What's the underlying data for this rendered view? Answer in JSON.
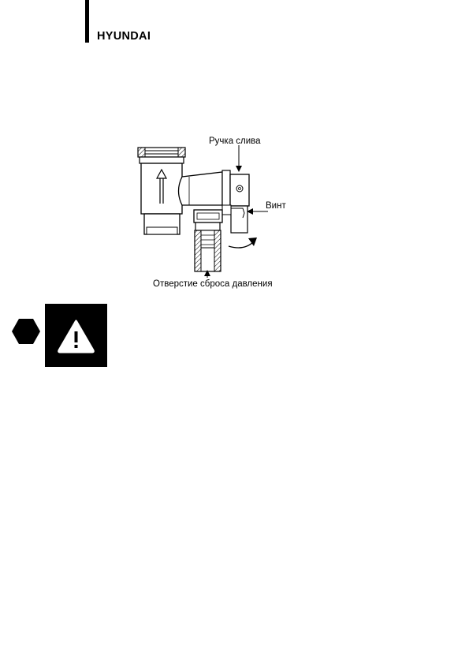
{
  "header": {
    "brand": "HYUNDAI"
  },
  "figure": {
    "labels": {
      "drain_handle": "Ручка слива",
      "screw": "Винт",
      "pressure_relief_hole": "Отверстие сброса давления"
    }
  },
  "notice": {
    "icon": "warning-triangle-icon",
    "hex_icon": "hexagon-icon"
  }
}
